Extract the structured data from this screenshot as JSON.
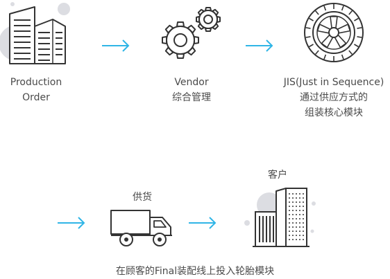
{
  "steps": [
    {
      "id": "production-order",
      "lines": [
        "Production",
        "Order"
      ],
      "icon": "office-buildings-icon"
    },
    {
      "id": "vendor",
      "lines": [
        "Vendor",
        "综合管理"
      ],
      "icon": "gears-icon"
    },
    {
      "id": "jis",
      "lines": [
        "JIS(Just in Sequence)",
        "通过供应方式的",
        "组装核心模块"
      ],
      "icon": "tire-icon"
    },
    {
      "id": "supply",
      "lines": [
        "供货"
      ],
      "icon": "delivery-truck-icon"
    },
    {
      "id": "customer",
      "lines": [
        "客户"
      ],
      "icon": "city-buildings-icon"
    }
  ],
  "footer": "在顾客的Final装配线上投入轮胎模块",
  "colors": {
    "arrow": "#2fb5e6",
    "icon_stroke": "#333333",
    "icon_bg": "#dcdde2"
  }
}
